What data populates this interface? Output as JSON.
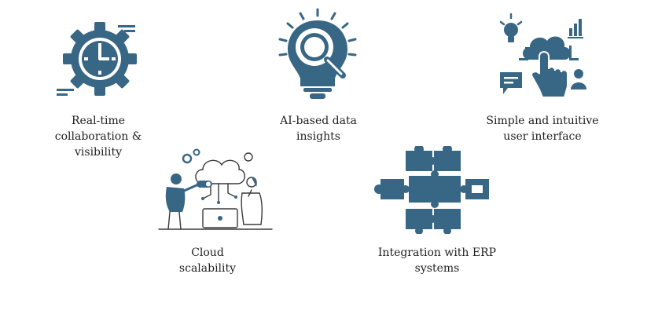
{
  "colors": {
    "accent": "#386685",
    "text": "#1f1f1f",
    "line": "#3a3a3a"
  },
  "features": [
    {
      "icon": "clock-gear-icon",
      "label": "Real-time\ncollaboration &\nvisibility"
    },
    {
      "icon": "lightbulb-magnifier-icon",
      "label": "AI-based data\ninsights"
    },
    {
      "icon": "cloud-touch-icon",
      "label": "Simple and intuitive\nuser interface"
    },
    {
      "icon": "cloud-team-illustration-icon",
      "label": "Cloud\nscalability"
    },
    {
      "icon": "puzzle-pieces-icon",
      "label": "Integration with ERP\nsystems"
    }
  ]
}
